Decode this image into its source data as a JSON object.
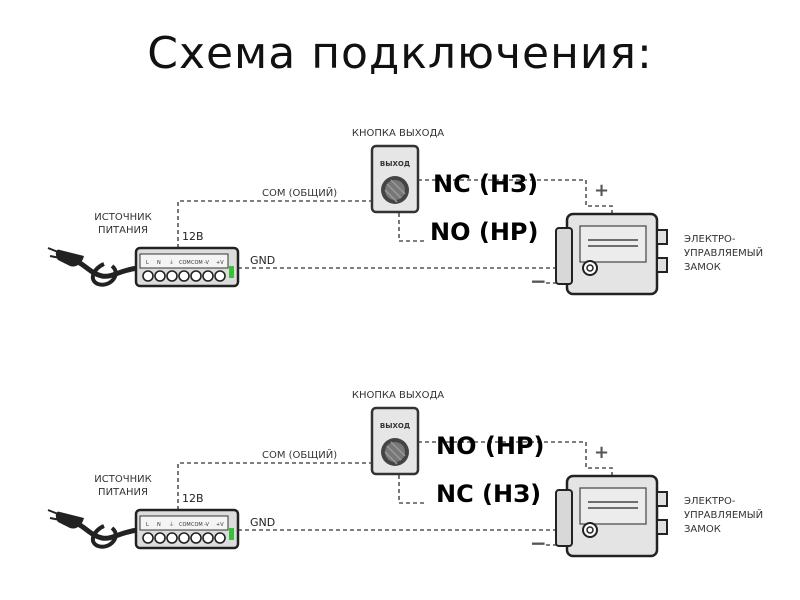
{
  "title": "Схема подключения:",
  "diagrams": [
    {
      "button_label": "КНОПКА ВЫХОДА",
      "button_text": "ВЫХОД",
      "com_label": "COM (ОБЩИЙ)",
      "power_label_1": "ИСТОЧНИК",
      "power_label_2": "ПИТАНИЯ",
      "v12_label": "12В",
      "gnd_label": "GND",
      "lock_label_1": "ЭЛЕКТРО-",
      "lock_label_2": "УПРАВЛЯЕМЫЙ",
      "lock_label_3": "ЗАМОК",
      "upper_contact": "NC (НЗ)",
      "lower_contact": "NO (НР)",
      "plus": "+",
      "minus": "−",
      "psu_terminals": [
        "L",
        "N",
        "⏚",
        "COM",
        "COM",
        "-V",
        "+V"
      ]
    },
    {
      "button_label": "КНОПКА ВЫХОДА",
      "button_text": "ВЫХОД",
      "com_label": "COM (ОБЩИЙ)",
      "power_label_1": "ИСТОЧНИК",
      "power_label_2": "ПИТАНИЯ",
      "v12_label": "12В",
      "gnd_label": "GND",
      "lock_label_1": "ЭЛЕКТРО-",
      "lock_label_2": "УПРАВЛЯЕМЫЙ",
      "lock_label_3": "ЗАМОК",
      "upper_contact": "NO (НР)",
      "lower_contact": "NC (НЗ)",
      "plus": "+",
      "minus": "−",
      "psu_terminals": [
        "L",
        "N",
        "⏚",
        "COM",
        "COM",
        "-V",
        "+V"
      ]
    }
  ]
}
